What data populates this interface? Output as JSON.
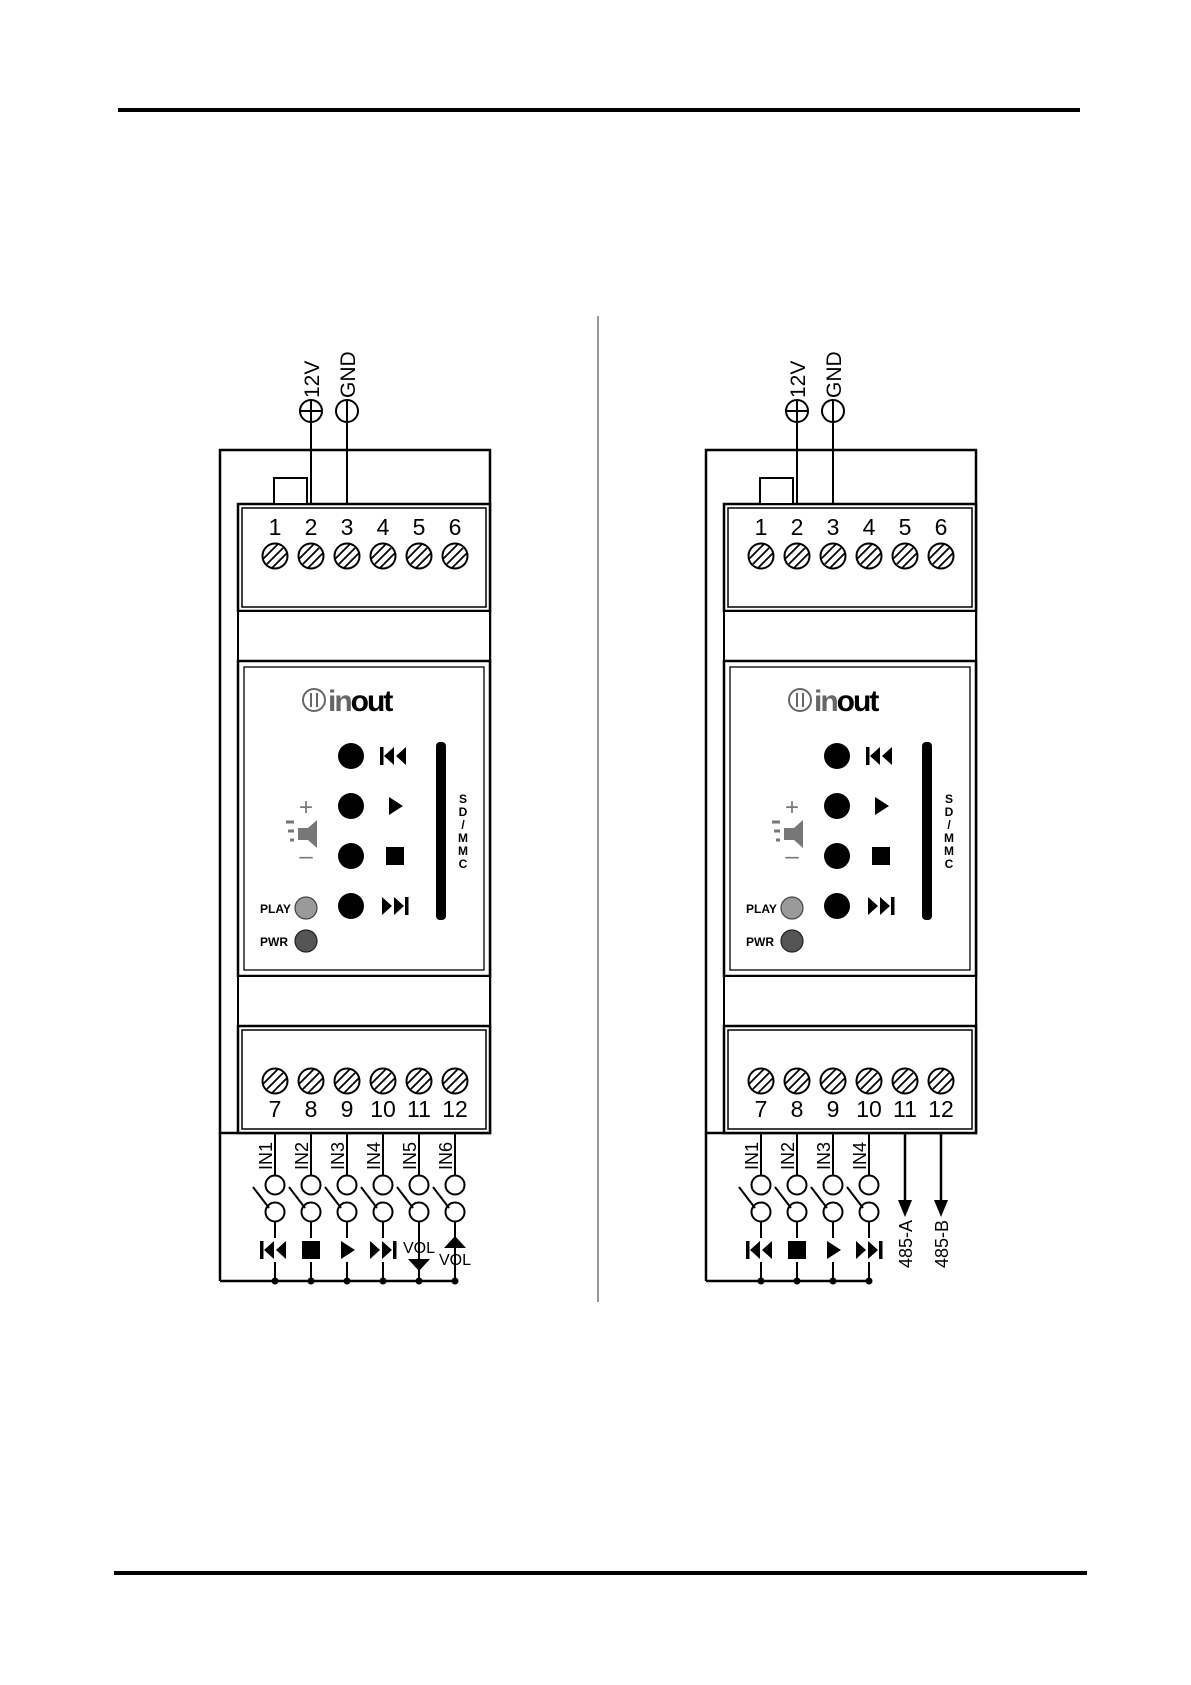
{
  "colors": {
    "ink": "#000000",
    "play_led": "#9a9a9a",
    "pwr_led": "#555555",
    "divider": "#777777"
  },
  "diagrams": [
    {
      "power": {
        "positive": "12V",
        "negative": "GND"
      },
      "top_terminals": [
        "1",
        "2",
        "3",
        "4",
        "5",
        "6"
      ],
      "bottom_terminals": [
        "7",
        "8",
        "9",
        "10",
        "11",
        "12"
      ],
      "logo": {
        "prefix": "in",
        "suffix": "out"
      },
      "volume_plus": "+",
      "volume_minus": "–",
      "sd_card": [
        "S",
        "D",
        "/",
        "M",
        "M",
        "C"
      ],
      "leds": {
        "play": "PLAY",
        "pwr": "PWR"
      },
      "buttons": [
        "prev-icon",
        "play-icon",
        "stop-icon",
        "next-icon"
      ],
      "inputs": [
        {
          "label": "IN1",
          "function": "prev-icon",
          "text": ""
        },
        {
          "label": "IN2",
          "function": "stop-icon",
          "text": ""
        },
        {
          "label": "IN3",
          "function": "play-icon",
          "text": ""
        },
        {
          "label": "IN4",
          "function": "next-icon",
          "text": ""
        },
        {
          "label": "IN5",
          "function": "volume-down-icon",
          "text": "VOL"
        },
        {
          "label": "IN6",
          "function": "volume-up-icon",
          "text": "VOL"
        }
      ],
      "outputs": []
    },
    {
      "power": {
        "positive": "12V",
        "negative": "GND"
      },
      "top_terminals": [
        "1",
        "2",
        "3",
        "4",
        "5",
        "6"
      ],
      "bottom_terminals": [
        "7",
        "8",
        "9",
        "10",
        "11",
        "12"
      ],
      "logo": {
        "prefix": "in",
        "suffix": "out"
      },
      "volume_plus": "+",
      "volume_minus": "–",
      "sd_card": [
        "S",
        "D",
        "/",
        "M",
        "M",
        "C"
      ],
      "leds": {
        "play": "PLAY",
        "pwr": "PWR"
      },
      "buttons": [
        "prev-icon",
        "play-icon",
        "stop-icon",
        "next-icon"
      ],
      "inputs": [
        {
          "label": "IN1",
          "function": "prev-icon",
          "text": ""
        },
        {
          "label": "IN2",
          "function": "stop-icon",
          "text": ""
        },
        {
          "label": "IN3",
          "function": "play-icon",
          "text": ""
        },
        {
          "label": "IN4",
          "function": "next-icon",
          "text": ""
        }
      ],
      "outputs": [
        "485-A",
        "485-B"
      ]
    }
  ]
}
